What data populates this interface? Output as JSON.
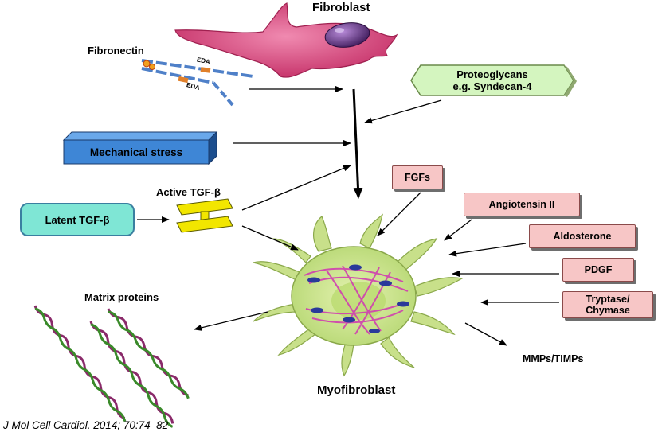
{
  "labels": {
    "fibroblast": "Fibroblast",
    "fibronectin": "Fibronectin",
    "eda_1": "EDA",
    "eda_2": "EDA",
    "active_tgf": "Active TGF-β",
    "matrix_proteins": "Matrix proteins",
    "myofibroblast": "Myofibroblast",
    "mmps": "MMPs/TIMPs"
  },
  "boxes": {
    "proteoglycans_line1": "Proteoglycans",
    "proteoglycans_line2": "e.g. Syndecan-4",
    "mechanical_stress": "Mechanical stress",
    "latent_tgf": "Latent TGF-β",
    "fgfs": "FGFs",
    "angiotensin": "Angiotensin II",
    "aldosterone": "Aldosterone",
    "pdgf": "PDGF",
    "tryptase_line1": "Tryptase/",
    "tryptase_line2": "Chymase"
  },
  "citation": "J Mol Cell Cardiol. 2014; 70:74–82",
  "colors": {
    "fibroblast_body": "#d9407a",
    "fibroblast_nucleus": "#5a2a7a",
    "myofibroblast_body": "#c8e08a",
    "myofibroblast_nucleus": "#b7d86a",
    "stress_fibers": "#d03fb0",
    "mechanical_stress_box": "#3e86d6",
    "proteoglycans_box": "#d4f5bf",
    "latent_tgf_box": "#7fe6d5",
    "pink_boxes": "#f7c6c6",
    "tgf_dimer": "#f2e600",
    "fibronectin_chain": "#4f80c8",
    "eda_domain": "#e0802a",
    "matrix_strand_1": "#8a2a6a",
    "matrix_strand_2": "#3a8a2a"
  }
}
